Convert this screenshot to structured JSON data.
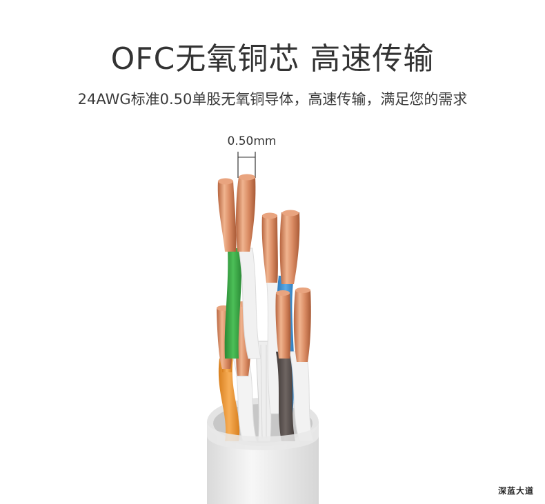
{
  "header": {
    "title": "OFC无氧铜芯 高速传输",
    "subtitle": "24AWG标准0.50单股无氧铜导体，高速传输，满足您的需求"
  },
  "illustration": {
    "dimension_label": "0.50mm"
  },
  "brand": {
    "logo_text": "深蓝大道"
  },
  "colors": {
    "copper": "#d98a62",
    "green": "#3aa545",
    "blue": "#3f93d6",
    "orange": "#f09a3c",
    "brown": "#5a5250",
    "jacket": "#ececec"
  }
}
